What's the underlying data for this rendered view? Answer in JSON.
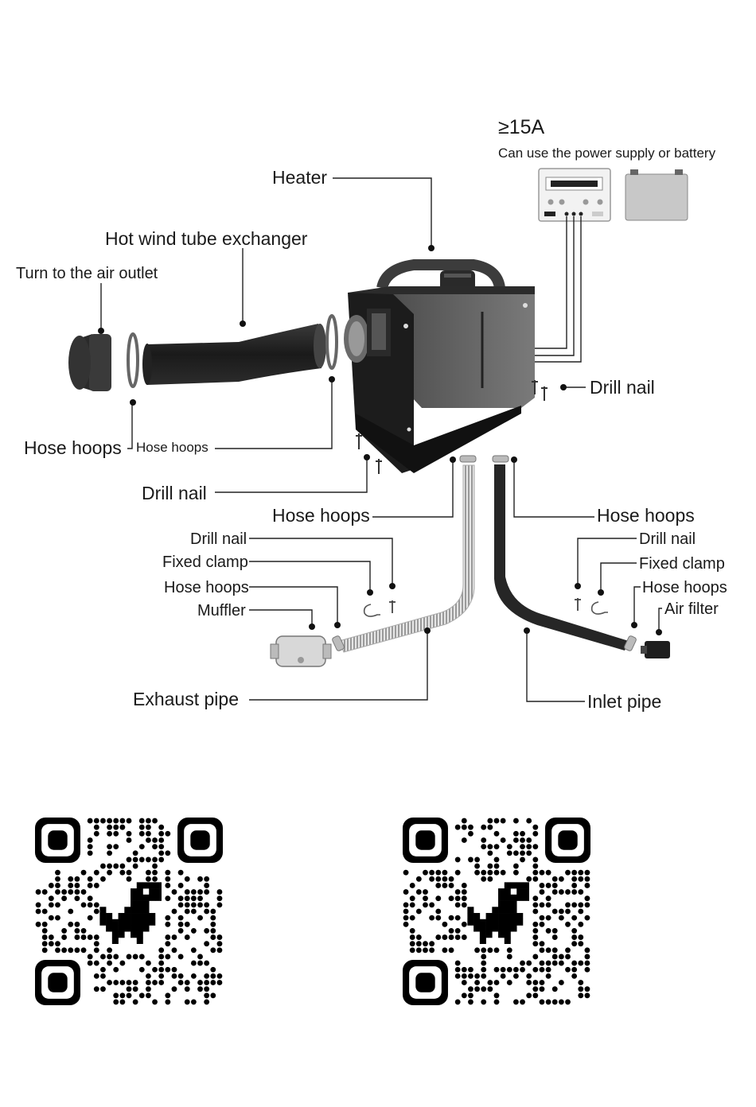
{
  "power": {
    "rating": "≥15A",
    "note": "Can use the power supply or battery"
  },
  "labels": {
    "heater": "Heater",
    "hot_wind_tube": "Hot wind tube exchanger",
    "air_outlet": "Turn to the air outlet",
    "drill_nail_right": "Drill nail",
    "hose_hoops_left_big": "Hose hoops",
    "hose_hoops_left_small": "Hose hoops",
    "drill_nail_bottom": "Drill nail",
    "hose_hoops_center_left": "Hose hoops",
    "hose_hoops_center_right": "Hose hoops",
    "drill_nail_exhaust": "Drill nail",
    "fixed_clamp_exhaust": "Fixed clamp",
    "hose_hoops_exhaust": "Hose hoops",
    "muffler": "Muffler",
    "drill_nail_inlet": "Drill nail",
    "fixed_clamp_inlet": "Fixed clamp",
    "hose_hoops_inlet": "Hose hoops",
    "air_filter": "Air filter",
    "exhaust_pipe": "Exhaust pipe",
    "inlet_pipe": "Inlet pipe"
  },
  "qr_codes": [
    {
      "icon": "qr-code-dino-icon"
    },
    {
      "icon": "qr-code-dino-icon"
    }
  ]
}
